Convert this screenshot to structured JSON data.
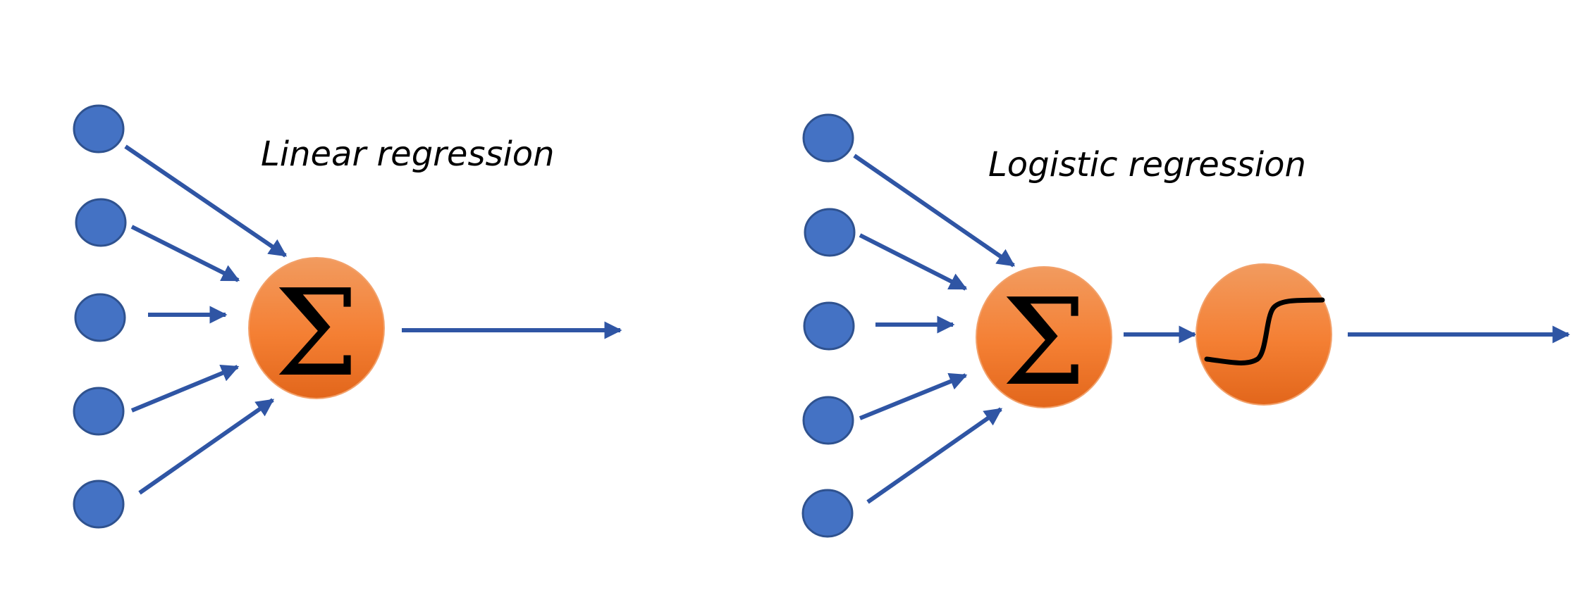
{
  "colors": {
    "input_node": "#4472c4",
    "input_node_stroke": "#2f528f",
    "arrow": "#2f55a4",
    "neuron_top": "#f29b5f",
    "neuron_mid": "#f47f33",
    "neuron_bottom": "#e2661b",
    "neuron_stroke": "#f2a16b",
    "glyph": "#000000",
    "background": "#ffffff"
  },
  "panels": [
    {
      "id": "linear",
      "title": "Linear regression",
      "sum_symbol": "Σ",
      "input_count": 5,
      "has_activation": false,
      "activation_icon": ""
    },
    {
      "id": "logistic",
      "title": "Logistic regression",
      "sum_symbol": "Σ",
      "input_count": 5,
      "has_activation": true,
      "activation_icon": "sigmoid-curve-icon"
    }
  ]
}
